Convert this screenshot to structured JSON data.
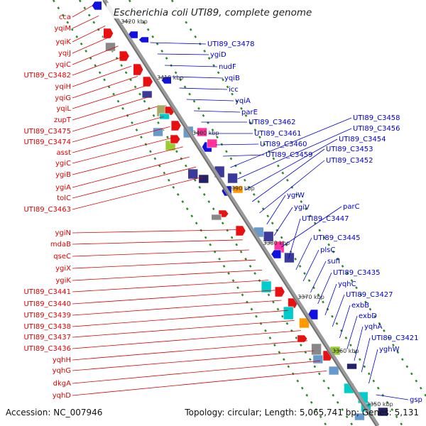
{
  "title": "Escherichia coli UTI89, complete genome",
  "footer": {
    "accession": "Accession: NC_007946",
    "topology": "Topology: circular; Length: 5,065,741 bp; Genes: 5,131"
  },
  "colors": {
    "left_label": "#e00000",
    "right_label": "#0000cc",
    "backbone": "#9a9a9a",
    "tick_dots": "#2a8a2a",
    "forward_genes": "#e81010",
    "reverse_genes": "#1010e0"
  },
  "scale_labels": [
    "3420 kbp",
    "3410 kbp",
    "3400 kbp",
    "3390 kbp",
    "3380 kbp",
    "3370 kbp",
    "3360 kbp",
    "3350 kbp"
  ],
  "left_labels": [
    "cca",
    "yqiM",
    "yqiK",
    "yqiJ",
    "yqiC",
    "UTI89_C3482",
    "yqiH",
    "yqiG",
    "yqiL",
    "zupT",
    "UTI89_C3475",
    "UTI89_C3474",
    "asst",
    "ygiC",
    "ygiB",
    "ygiA",
    "tolC",
    "UTI89_C3463",
    "ygiN",
    "mdaB",
    "qseC",
    "ygiX",
    "ygiK",
    "UTI89_C3441",
    "UTI89_C3440",
    "UTI89_C3439",
    "UTI89_C3438",
    "UTI89_C3437",
    "UTI89_C3436",
    "yqhH",
    "yqhG",
    "dkgA",
    "yqhD"
  ],
  "right_labels": [
    "UTI89_C3478",
    "ygiD",
    "nudF",
    "yqiB",
    "icc",
    "yqiA",
    "parE",
    "UTI89_C3462",
    "UTI89_C3461",
    "UTI89_C3460",
    "UTI89_C3459",
    "UTI89_C3458",
    "UTI89_C3456",
    "UTI89_C3454",
    "UTI89_C3453",
    "UTI89_C3452",
    "ygiW",
    "ygiV",
    "parC",
    "UTI89_C3447",
    "UTI89_C3445",
    "plsC",
    "sufI",
    "UTI89_C3435",
    "yqhC",
    "UTI89_C3427",
    "exbB",
    "exbD",
    "yqhA",
    "UTI89_C3421",
    "yghW",
    "gsp"
  ]
}
